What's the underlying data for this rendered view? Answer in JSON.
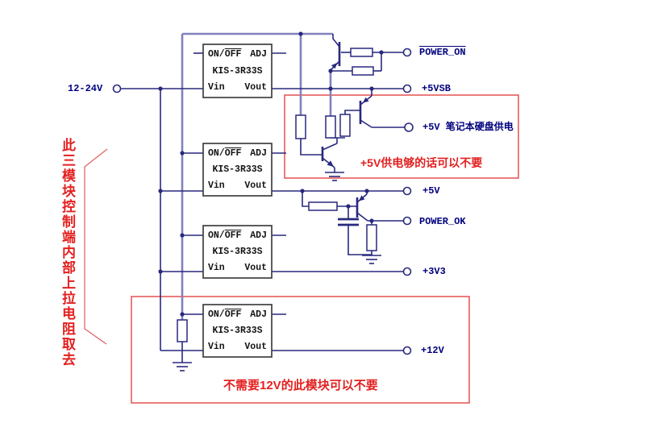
{
  "schematic": {
    "input": {
      "label": "12-24V"
    },
    "module": {
      "on_part": "ON/",
      "off_part": "OFF",
      "adj": "ADJ",
      "model": "KIS-3R33S",
      "vin": "Vin",
      "vout": "Vout"
    },
    "outputs": [
      {
        "id": "power_on",
        "label": "POWER_ON",
        "overline": true
      },
      {
        "id": "5vsb",
        "label": "+5VSB",
        "overline": false
      },
      {
        "id": "5v_hdd",
        "label": "+5V 笔记本硬盘供电",
        "overline": false
      },
      {
        "id": "5v",
        "label": "+5V",
        "overline": false
      },
      {
        "id": "power_ok",
        "label": "POWER_OK",
        "overline": false
      },
      {
        "id": "3v3",
        "label": "+3V3",
        "overline": false
      },
      {
        "id": "12v",
        "label": "+12V",
        "overline": false
      }
    ],
    "notes": {
      "side_vertical": "此三模块控制端内部上拉电阻取去",
      "optional_5v": "+5V供电够的话可以不要",
      "optional_12v": "不需要12V的此模块可以不要"
    },
    "colors": {
      "wire": "#28287f",
      "bus": "#8181bd",
      "label": "#00007f",
      "annotation": "#e32020",
      "optional_box": "#e65050",
      "module_border": "#3f3f3f"
    }
  }
}
